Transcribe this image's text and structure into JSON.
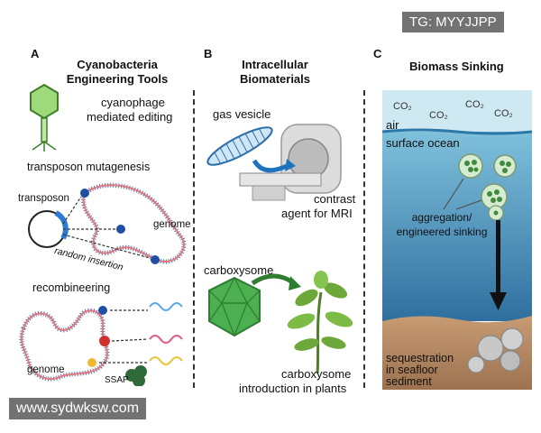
{
  "watermarks": {
    "top_right": "TG: MYYJJPP",
    "bottom_left": "www.sydwksw.com"
  },
  "panel_a": {
    "letter": "A",
    "title_line1": "Cyanobacteria",
    "title_line2": "Engineering Tools",
    "cyanophage_line1": "cyanophage",
    "cyanophage_line2": "mediated editing",
    "transposon_mutagenesis": "transposon mutagenesis",
    "transposon": "transposon",
    "genome": "genome",
    "random_insertion": "random insertion",
    "recombineering": "recombineering",
    "genome_bottom": "genome",
    "ssap": "SSAP"
  },
  "panel_b": {
    "letter": "B",
    "title_line1": "Intracellular",
    "title_line2": "Biomaterials",
    "gas_vesicle": "gas vesicle",
    "contrast_line1": "contrast",
    "contrast_line2": "agent for MRI",
    "carboxysome": "carboxysome",
    "carboxysome_intro_line1": "carboxysome",
    "carboxysome_intro_line2": "introduction in plants"
  },
  "panel_c": {
    "letter": "C",
    "title": "Biomass Sinking",
    "co2_labels": [
      "CO₂",
      "CO₂",
      "CO₂",
      "CO₂"
    ],
    "air": "air",
    "surface_ocean": "surface ocean",
    "aggregation_line1": "aggregation/",
    "aggregation_line2": "engineered sinking",
    "sequestration_line1": "sequestration",
    "sequestration_line2": "in seafloor",
    "sequestration_line3": "sediment"
  },
  "colors": {
    "genome_outer": "#4a6fb3",
    "genome_inner": "#e0787c",
    "transposon_blue": "#2e7bd6",
    "phage_green": "#8fd068",
    "carboxysome_green": "#4caf50",
    "ocean_top": "#bfe0ee",
    "ocean_bottom": "#3a7fb0",
    "sediment": "#b58a63"
  }
}
